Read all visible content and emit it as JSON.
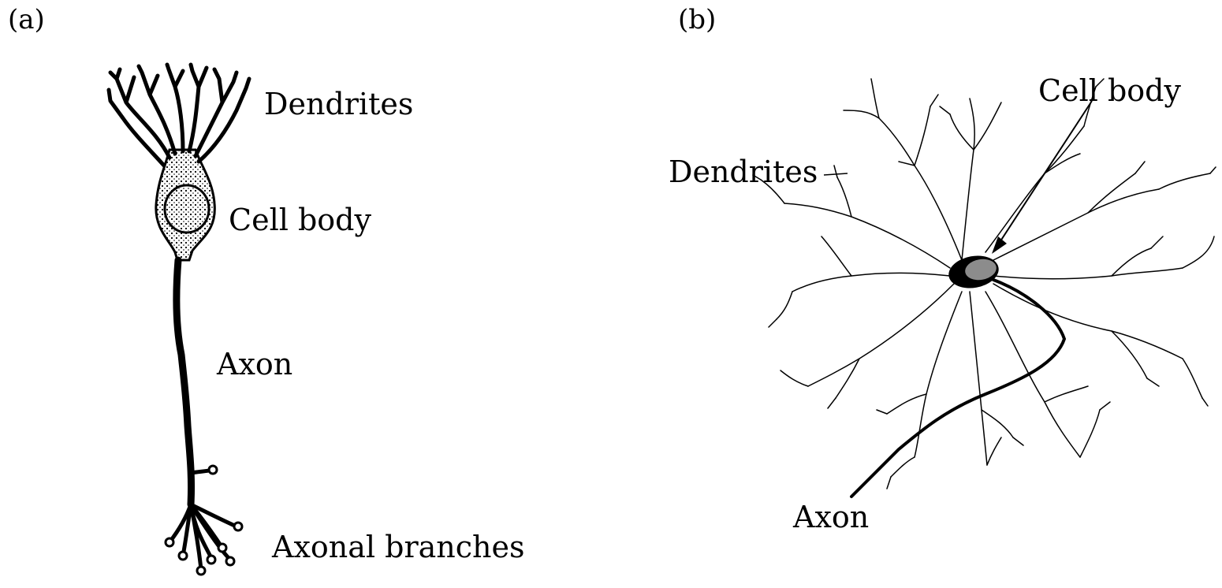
{
  "panel_a": {
    "label": "(a)",
    "labels": {
      "dendrites": "Dendrites",
      "cell_body": "Cell body",
      "axon": "Axon",
      "axonal_branches": "Axonal branches"
    }
  },
  "panel_b": {
    "label": "(b)",
    "labels": {
      "cell_body": "Cell body",
      "dendrites": "Dendrites",
      "axon": "Axon"
    }
  }
}
